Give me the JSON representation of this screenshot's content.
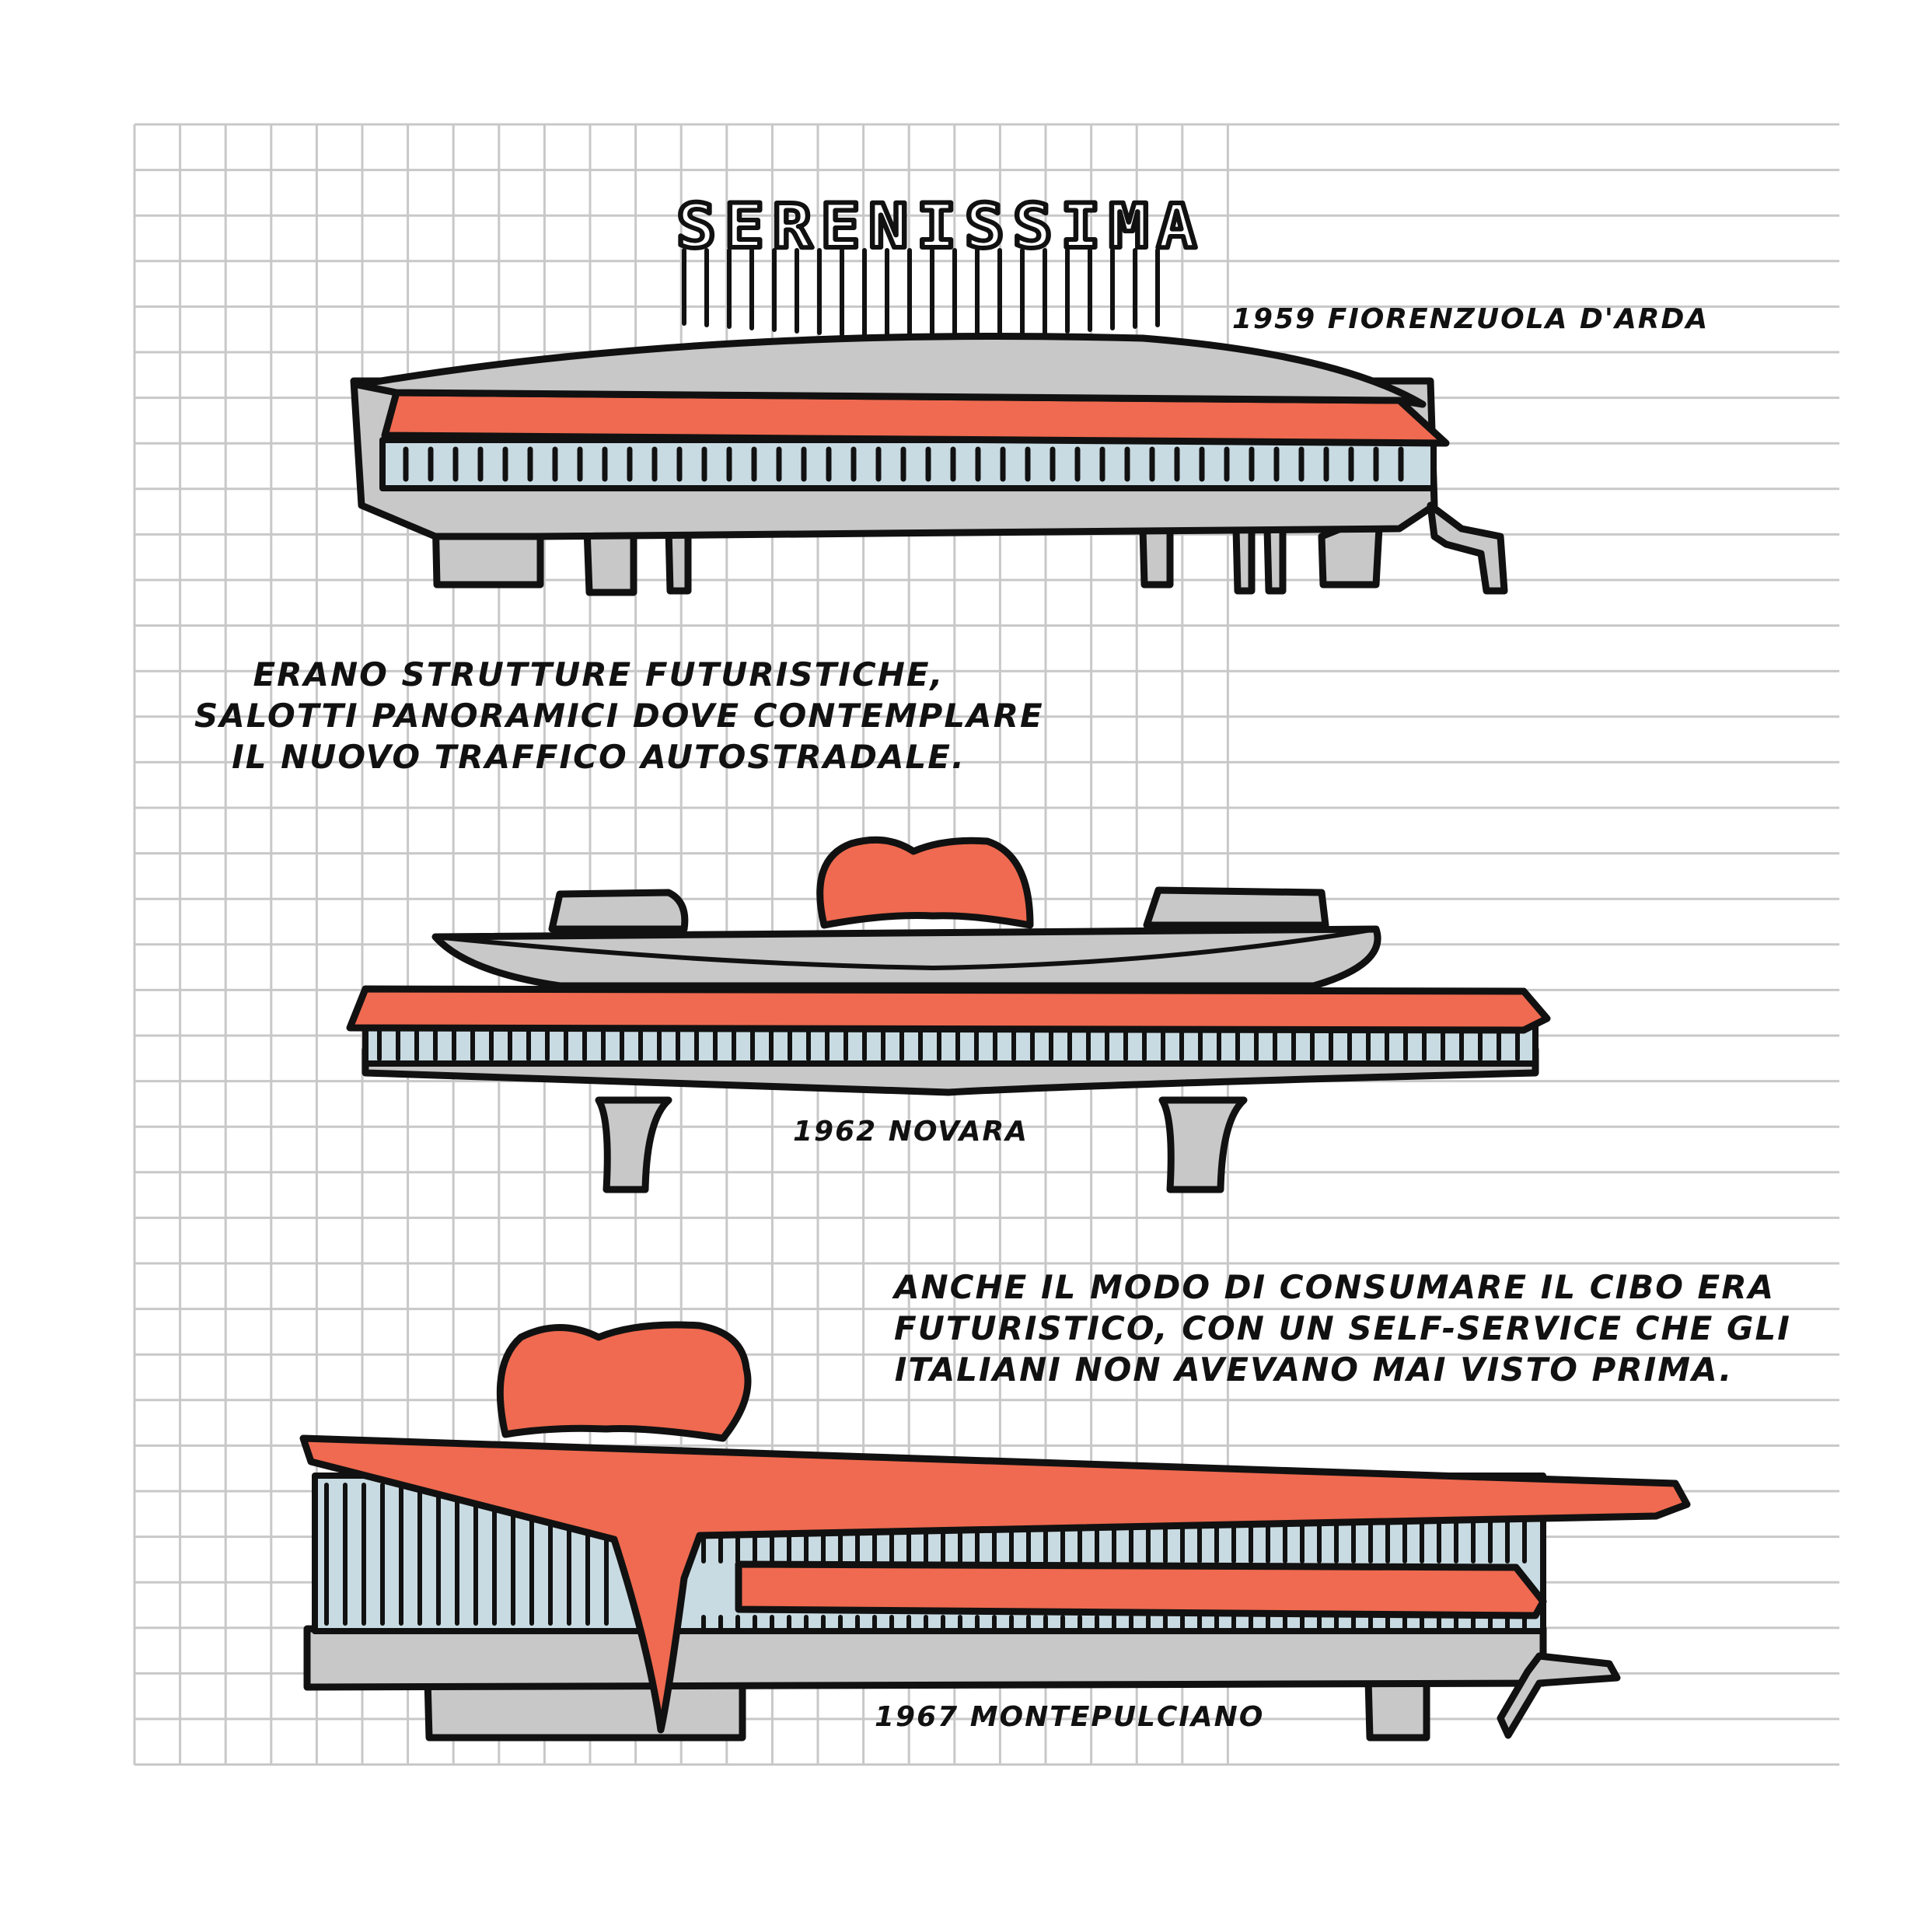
{
  "colors": {
    "grid": "#c8c8c8",
    "roof_gray": "#c8c8c8",
    "accent_red": "#ef6a50",
    "glass_blue": "#c9dbe2",
    "ink": "#111111",
    "paper": "#ffffff"
  },
  "sign": {
    "text": "SERENISSIMA"
  },
  "buildings": [
    {
      "caption": "1959 FIORENZUOLA D'ARDA"
    },
    {
      "caption": "1962 NOVARA"
    },
    {
      "caption": "1967 MONTEPULCIANO"
    }
  ],
  "texts": {
    "futuristic": [
      "ERANO STRUTTURE FUTURISTICHE,",
      "SALOTTI PANORAMICI DOVE CONTEMPLARE",
      "IL NUOVO TRAFFICO AUTOSTRADALE."
    ],
    "selfservice": [
      "ANCHE IL MODO DI CONSUMARE IL CIBO ERA",
      "FUTURISTICO, CON UN SELF-SERVICE CHE GLI",
      "ITALIANI NON AVEVANO MAI VISTO PRIMA."
    ]
  }
}
